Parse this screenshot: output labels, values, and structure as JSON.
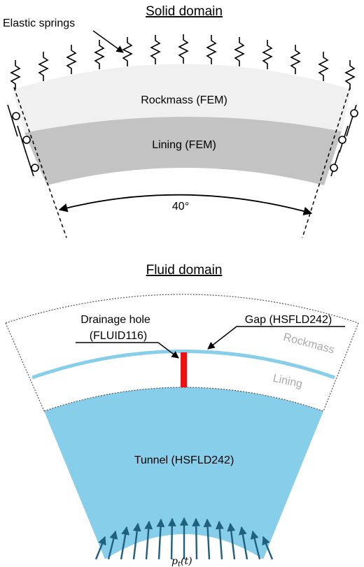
{
  "solid": {
    "title": "Solid domain",
    "springs_label": "Elastic springs",
    "rockmass_label": "Rockmass (FEM)",
    "lining_label": "Lining (FEM)",
    "angle_label": "40°",
    "colors": {
      "rockmass": "#f0f0f0",
      "lining": "#c3c3c3"
    }
  },
  "fluid": {
    "title": "Fluid domain",
    "drainage_label_1": "Drainage hole",
    "drainage_label_2": "(FLUID116)",
    "gap_label": "Gap (HSFLD242)",
    "rockmass_label": "Rockmass",
    "lining_label": "Lining",
    "tunnel_label": "Tunnel (HSFLD242)",
    "pressure_label": "p",
    "pressure_sub": "t",
    "pressure_arg": "(t)",
    "colors": {
      "tunnel": "#87ceea",
      "gap": "#87ceea",
      "drainage": "#ee1111",
      "arrows": "#1f5f80"
    }
  }
}
